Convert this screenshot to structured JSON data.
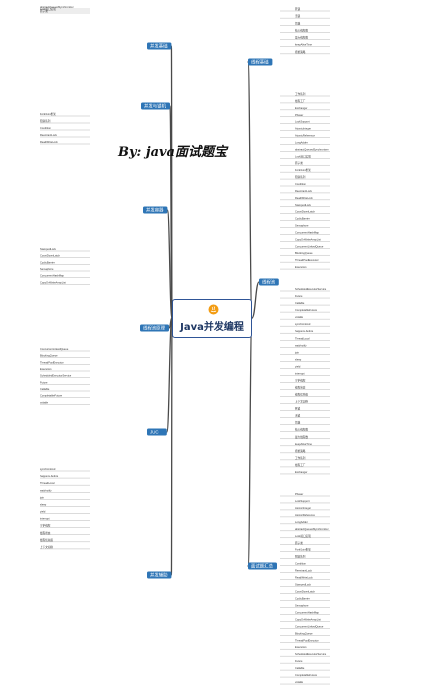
{
  "watermark": "By: java面试题宝",
  "center": {
    "title": "Java并发编程"
  },
  "topics": [
    {
      "id": "t-left-1",
      "label": "并发基础",
      "side": "left",
      "color": "#2e75b6"
    },
    {
      "id": "t-left-2",
      "label": "并发与锁机",
      "side": "left",
      "color": "#2e75b6"
    },
    {
      "id": "t-left-3",
      "label": "并发容器",
      "side": "left",
      "color": "#2e75b6"
    },
    {
      "id": "t-left-4",
      "label": "线程池原理",
      "side": "left",
      "color": "#2e75b6"
    },
    {
      "id": "t-left-5",
      "label": "JUC",
      "side": "left",
      "color": "#2e75b6"
    },
    {
      "id": "t-left-6",
      "label": "并发辅助",
      "side": "left",
      "color": "#2e75b6"
    },
    {
      "id": "t-right-1",
      "label": "线程基础",
      "side": "right",
      "color": "#2e75b6"
    },
    {
      "id": "t-right-2",
      "label": "线程池",
      "side": "right",
      "color": "#2e75b6"
    },
    {
      "id": "t-right-3",
      "label": "面试题汇总",
      "side": "right",
      "color": "#2e75b6"
    }
  ],
  "leaves": [
    "abstractQueuedSynchronizer",
    "Lock接口实现",
    "原子类",
    "Fork/Join框架",
    "阻塞队列",
    "Condition",
    "ReentrantLock",
    "ReadWriteLock",
    "StampedLock",
    "CountDownLatch",
    "CyclicBarrier",
    "Semaphore",
    "ConcurrentHashMap",
    "CopyOnWriteArrayList",
    "ConcurrentLinkedQueue",
    "BlockingQueue",
    "ThreadPoolExecutor",
    "Executors",
    "ScheduledExecutorService",
    "Future",
    "Callable",
    "CompletableFuture",
    "volatile",
    "synchronized",
    "happens-before",
    "ThreadLocal",
    "wait/notify",
    "join",
    "sleep",
    "yield",
    "interrupt",
    "守护线程",
    "线程状态",
    "线程优先级",
    "上下文切换",
    "死锁",
    "活锁",
    "饥饿",
    "核心线程数",
    "最大线程数",
    "keepAliveTime",
    "拒绝策略",
    "工作队列",
    "线程工厂",
    "Exchanger",
    "Phaser",
    "LockSupport",
    "AtomicInteger",
    "AtomicReference",
    "LongAdder"
  ]
}
